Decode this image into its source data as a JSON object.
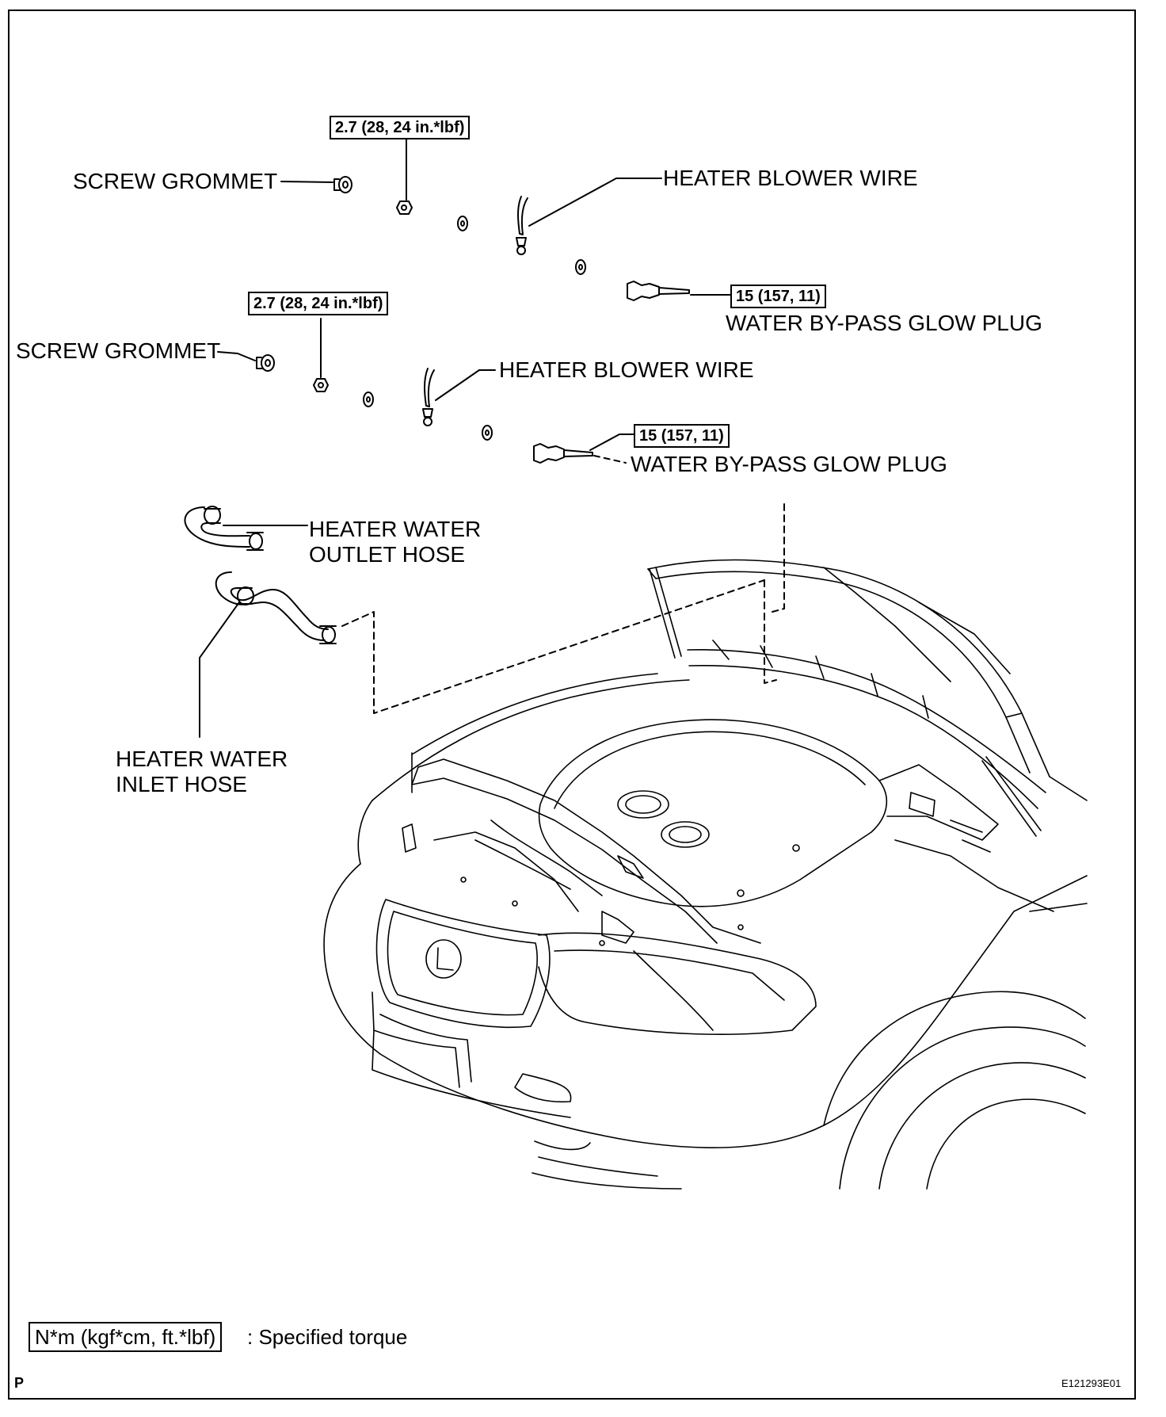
{
  "labels": {
    "screw_grommet_top": "SCREW GROMMET",
    "screw_grommet_mid": "SCREW GROMMET",
    "heater_blower_wire_top": "HEATER BLOWER WIRE",
    "heater_blower_wire_mid": "HEATER BLOWER WIRE",
    "glow_plug_top": "WATER BY-PASS GLOW PLUG",
    "glow_plug_mid": "WATER BY-PASS GLOW PLUG",
    "outlet_hose": "HEATER WATER\nOUTLET HOSE",
    "inlet_hose": "HEATER WATER\nINLET HOSE"
  },
  "torques": {
    "nut_top": "2.7 (28, 24 in.*lbf)",
    "nut_mid": "2.7 (28, 24 in.*lbf)",
    "glow_plug_top": "15 (157, 11)",
    "glow_plug_mid": "15 (157, 11)"
  },
  "legend": {
    "unit_box": "N*m (kgf*cm, ft.*lbf)",
    "text": ": Specified torque"
  },
  "corner": {
    "left": "P",
    "right": "E121293E01"
  },
  "colors": {
    "ink": "#000000",
    "paper": "#ffffff"
  }
}
